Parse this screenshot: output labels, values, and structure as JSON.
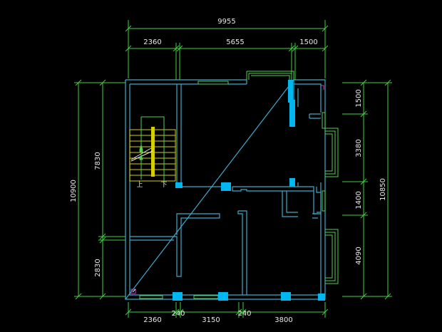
{
  "drawing": {
    "background": "#000000",
    "colors": {
      "wall": "#3fa9c9",
      "window": "#52d052",
      "dimension": "#3fcf3f",
      "column": "#00b7f0",
      "stair": "#d7d000",
      "text": "#e8e8e8",
      "marker": "#c040c0"
    },
    "dimensions": {
      "top_total": "9955",
      "top_segments": [
        "2360",
        "5655",
        "1500"
      ],
      "bottom_segments": [
        "2360",
        "240",
        "3150",
        "240",
        "3800"
      ],
      "left_total": "10900",
      "left_segments": [
        "7830",
        "2830"
      ],
      "right_total": "10850",
      "right_segments": [
        "1500",
        "3380",
        "1400",
        "4090"
      ]
    },
    "stair_labels": {
      "up": "上",
      "down": "下"
    }
  }
}
